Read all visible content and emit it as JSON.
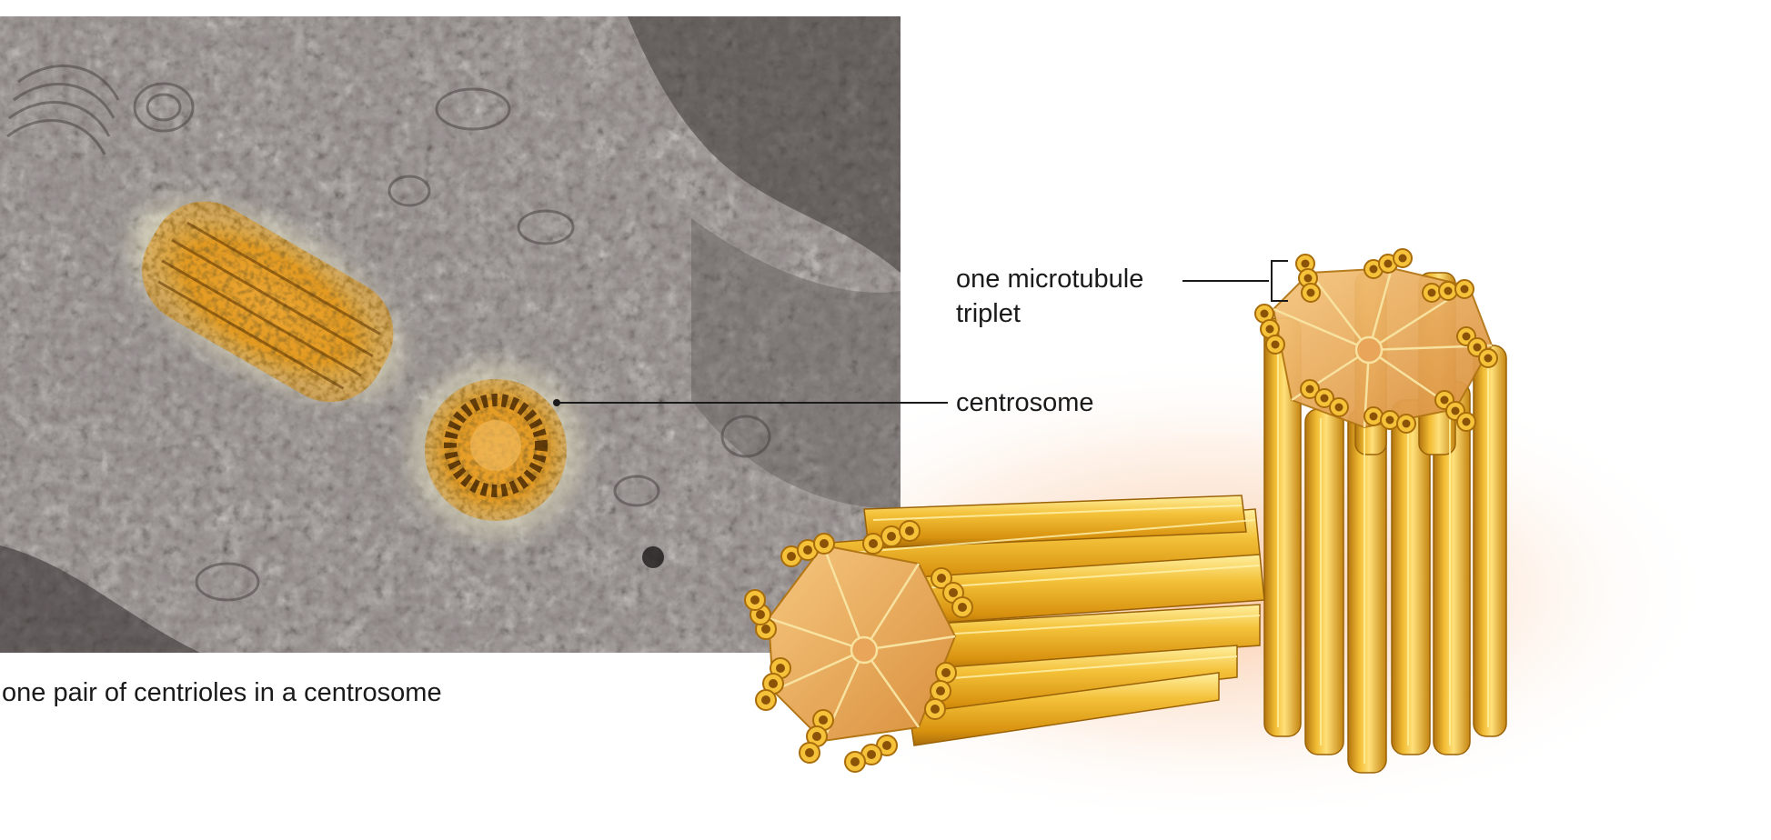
{
  "labels": {
    "triplet_line1": "one microtubule",
    "triplet_line2": "triplet",
    "centrosome": "centrosome",
    "caption": "one pair of centrioles in a centrosome"
  },
  "colors": {
    "micrograph_gray": "#8a8483",
    "centriole_gold": "#e9a81f",
    "tubule_highlight": "#ffe27a",
    "tubule_shadow": "#b3740e",
    "glow": "#f6b98a",
    "leader_line": "#1a1a1a"
  }
}
